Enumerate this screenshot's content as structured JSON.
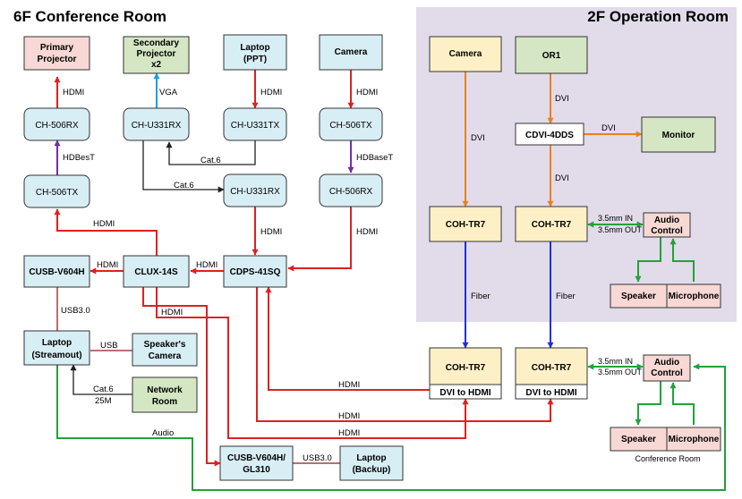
{
  "titles": {
    "conference_6f": "6F Conference Room",
    "operation_2f": "2F Operation Room",
    "conference_room": "Conference Room"
  },
  "colors": {
    "red": "#e02020",
    "orange": "#e8821e",
    "blue": "#1f2fdb",
    "green": "#22a23a",
    "purple": "#7030a0",
    "sky": "#1aa0e0",
    "dark": "#202020",
    "brown": "#a04040",
    "op_bg": "#e2dbea"
  },
  "nodes": {
    "primary_projector": [
      "Primary",
      "Projector"
    ],
    "secondary_projector": [
      "Secondary",
      "Projector",
      "x2"
    ],
    "laptop_ppt": [
      "Laptop",
      "(PPT)"
    ],
    "camera_6f": [
      "Camera"
    ],
    "ch506rx_top": [
      "CH-506RX"
    ],
    "chu331rx_top": [
      "CH-U331RX"
    ],
    "chu331tx": [
      "CH-U331TX"
    ],
    "ch506tx_top": [
      "CH-506TX"
    ],
    "ch506tx_mid": [
      "CH-506TX"
    ],
    "chu331rx_mid": [
      "CH-U331RX"
    ],
    "ch506rx_mid": [
      "CH-506RX"
    ],
    "cusb_v604h": [
      "CUSB-V604H"
    ],
    "clux_14s": [
      "CLUX-14S"
    ],
    "cdps_41sq": [
      "CDPS-41SQ"
    ],
    "laptop_streamout": [
      "Laptop",
      "(Streamout)"
    ],
    "speakers_camera": [
      "Speaker's",
      "Camera"
    ],
    "network_room": [
      "Network",
      "Room"
    ],
    "cusb_gl310": [
      "CUSB-V604H/",
      "GL310"
    ],
    "laptop_backup": [
      "Laptop",
      "(Backup)"
    ],
    "camera_2f": [
      "Camera"
    ],
    "or1": [
      "OR1"
    ],
    "cdvi_4dds": [
      "CDVI-4DDS"
    ],
    "monitor": [
      "Monitor"
    ],
    "coh_tr7_a": [
      "COH-TR7"
    ],
    "coh_tr7_b": [
      "COH-TR7"
    ],
    "coh_tr7_c": [
      "COH-TR7"
    ],
    "coh_tr7_d": [
      "COH-TR7"
    ],
    "dvi_to_hdmi_c": [
      "DVI to HDMI"
    ],
    "dvi_to_hdmi_d": [
      "DVI to HDMI"
    ],
    "audio_control_top": [
      "Audio",
      "Control"
    ],
    "speaker_top": [
      "Speaker"
    ],
    "microphone_top": [
      "Microphone"
    ],
    "audio_control_bottom": [
      "Audio",
      "Control"
    ],
    "speaker_bottom": [
      "Speaker"
    ],
    "microphone_bottom": [
      "Microphone"
    ]
  },
  "labels": {
    "hdmi_primary": "HDMI",
    "vga": "VGA",
    "hdmi_laptop_ppt": "HDMI",
    "hdmi_camera_6f": "HDMI",
    "hdbest": "HDBesT",
    "hdbaset": "HDBaseT",
    "cat6_a": "Cat.6",
    "cat6_b": "Cat.6",
    "hdmi_to_ch506tx": "HDMI",
    "hdmi_u331rx_cdps": "HDMI",
    "hdmi_506rx_cdps": "HDMI",
    "hdmi_clux_cusb": "HDMI",
    "hdmi_cdps_clux": "HDMI",
    "hdmi_clux_gl310": "HDMI",
    "usb30_a": "USB3.0",
    "usb": "USB",
    "cat6_25m_a": "Cat.6",
    "cat6_25m_b": "25M",
    "audio": "Audio",
    "usb30_b": "USB3.0",
    "hdmi_coh_cdps": "HDMI",
    "hdmi_cdps_cohd": "HDMI",
    "hdmi_clux_cohc": "HDMI",
    "dvi_camera": "DVI",
    "dvi_or1": "DVI",
    "dvi_monitor": "DVI",
    "dvi_cdvi_coh": "DVI",
    "fiber_a": "Fiber",
    "fiber_b": "Fiber",
    "in_top": "3.5mm IN",
    "out_top": "3.5mm OUT",
    "in_bottom": "3.5mm IN",
    "out_bottom": "3.5mm OUT"
  }
}
